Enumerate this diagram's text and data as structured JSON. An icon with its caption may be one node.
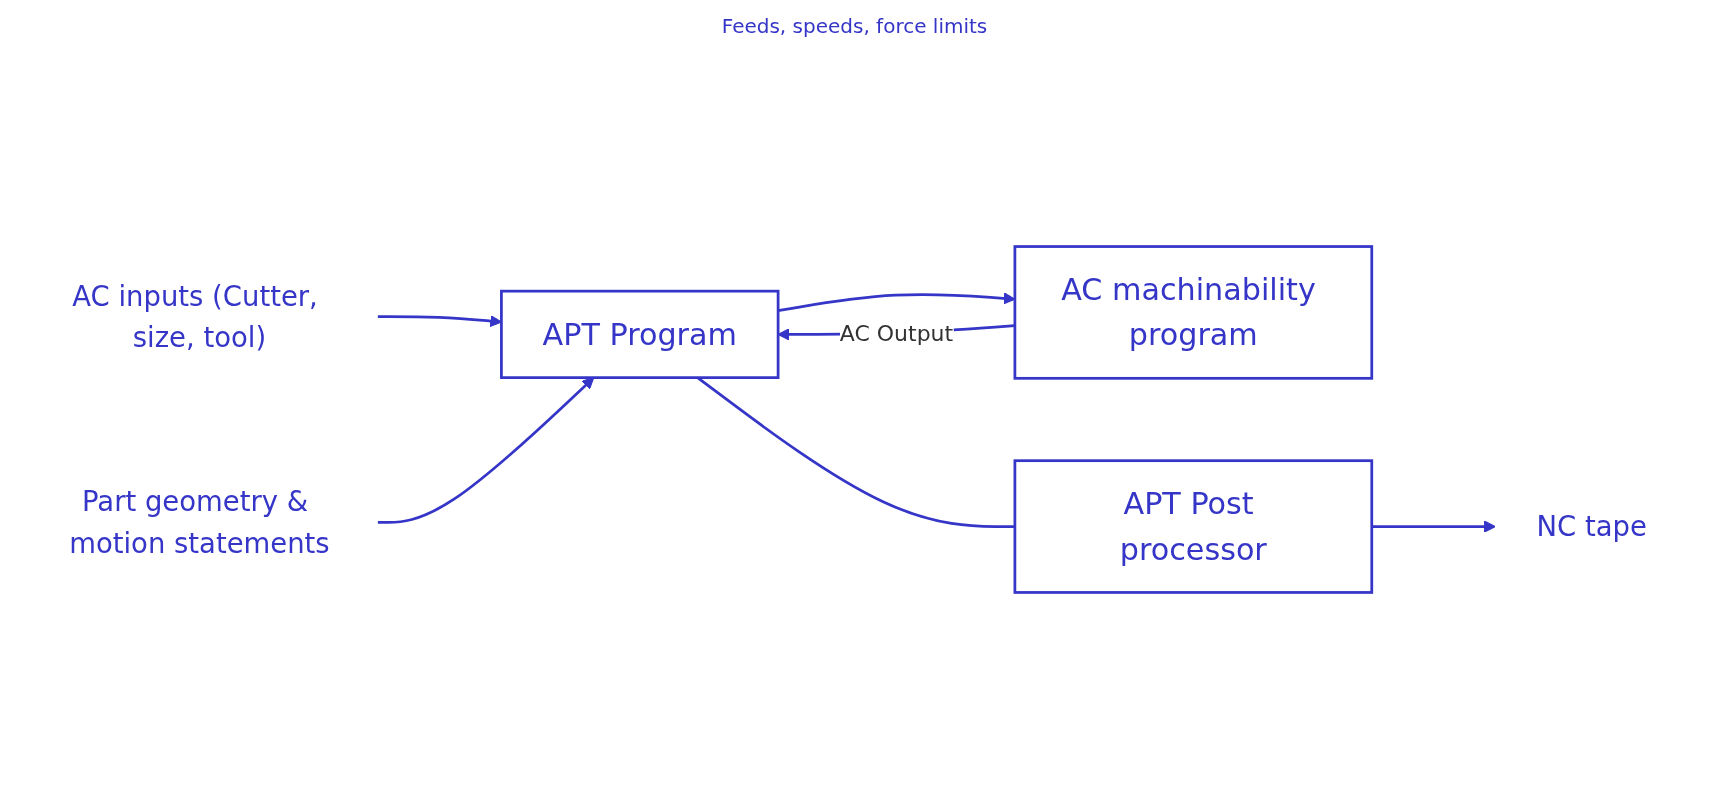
{
  "diagram": {
    "nodes": [
      {
        "text": [
          "AC inputs (Cutter, size, tool)"
        ]
      },
      {
        "text": [
          "Part geometry & motion statements"
        ]
      },
      {
        "text": [
          "APT Program"
        ]
      },
      {
        "text": [
          "AC machinability program"
        ]
      },
      {
        "text": [
          "APT Post processor"
        ]
      },
      {
        "text": [
          "NC tape"
        ]
      }
    ],
    "edges": [
      {
        "from": 0,
        "to": 2,
        "arrow": "to"
      },
      {
        "from": 1,
        "to": 2,
        "arrow": "to"
      },
      {
        "from": 2,
        "to": 3,
        "arrow": "to"
      },
      {
        "from": 3,
        "to": 2,
        "arrow": "to",
        "label": "AC Output"
      },
      {
        "from": 2,
        "to": 4,
        "arrow": "none"
      },
      {
        "from": 4,
        "to": 5,
        "arrow": "to"
      }
    ],
    "labels": [
      "Feeds, speeds, force limits"
    ]
  }
}
